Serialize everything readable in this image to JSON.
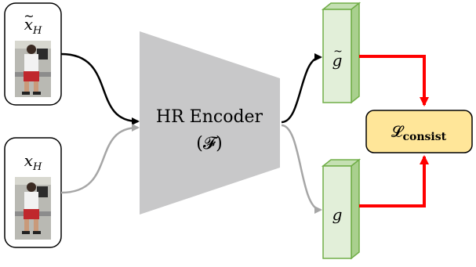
{
  "inputs": [
    {
      "label": "x̃_H",
      "base": "x",
      "sub": "H",
      "tilde": true
    },
    {
      "label": "x_H",
      "base": "x",
      "sub": "H",
      "tilde": false
    }
  ],
  "encoder": {
    "title": "HR Encoder",
    "symbol": "(𝓕)"
  },
  "features": [
    {
      "label": "g̃",
      "tilde": true
    },
    {
      "label": "g",
      "tilde": false
    }
  ],
  "loss": {
    "symbol": "𝓛",
    "subscript": "consist"
  },
  "colors": {
    "encoder_fill": "#c8c8c9",
    "feature_front": "#e2efd9",
    "feature_side": "#c5e0b3",
    "feature_border": "#70ad47",
    "loss_fill": "#ffe699",
    "loss_border": "#000000",
    "loss_arrow": "#ff0000",
    "path_tilde": "#000000",
    "path_plain": "#a6a6a6"
  },
  "icons": {
    "person_image": "pedestrian-photo-icon"
  }
}
